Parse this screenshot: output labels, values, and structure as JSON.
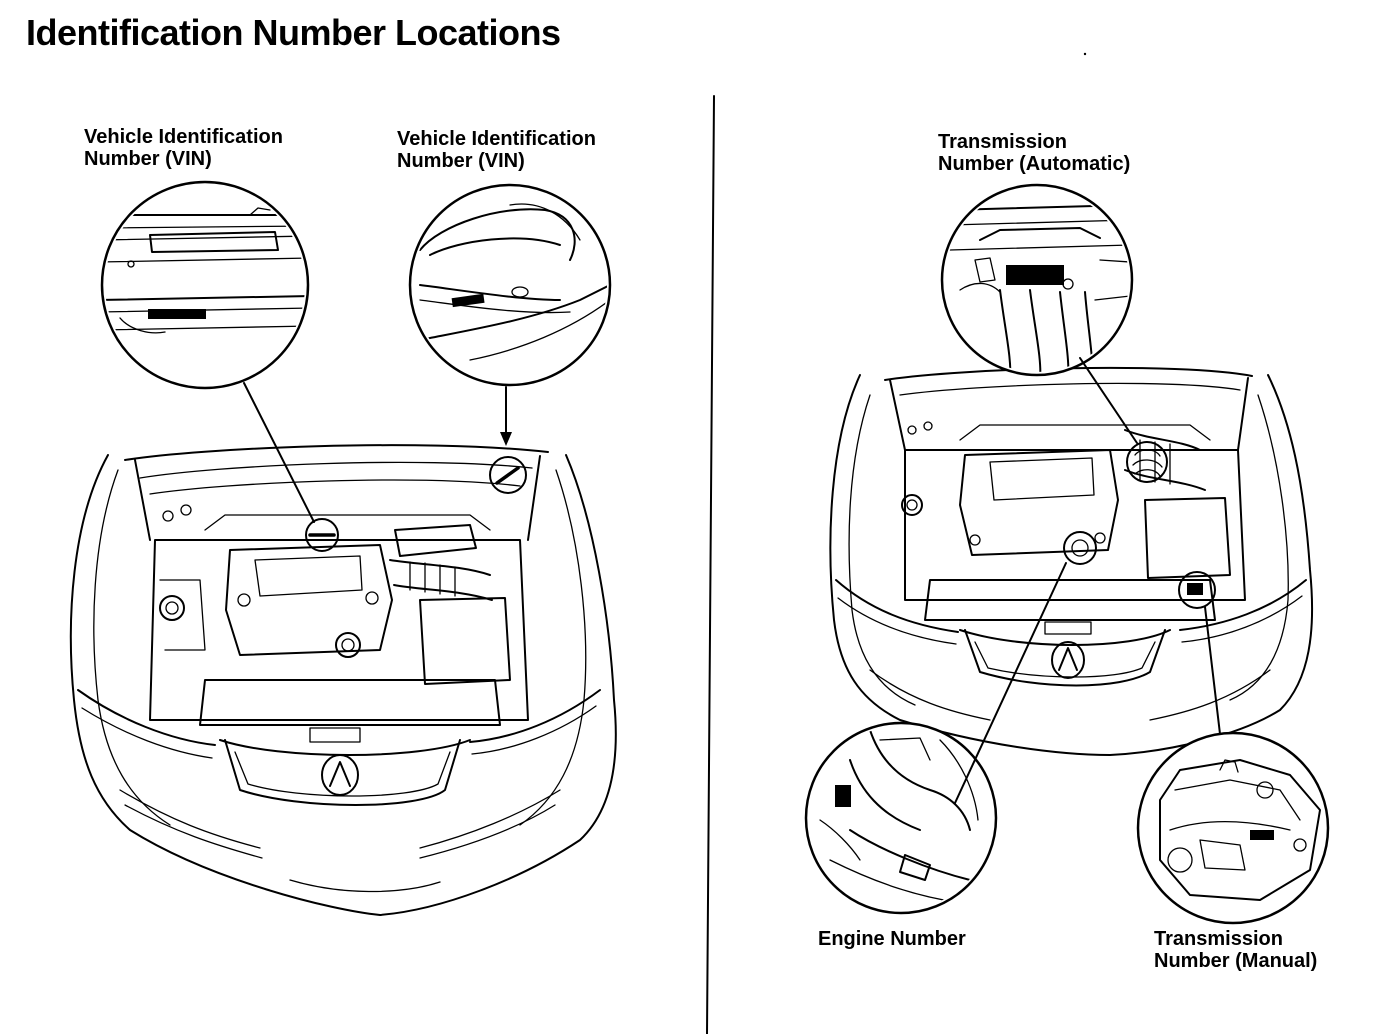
{
  "page": {
    "title": "Identification Number Locations"
  },
  "left_panel": {
    "vin_label_1": {
      "line1": "Vehicle Identification",
      "line2": "Number (VIN)"
    },
    "vin_label_2": {
      "line1": "Vehicle Identification",
      "line2": "Number (VIN)"
    }
  },
  "right_panel": {
    "transmission_auto_label": {
      "line1": "Transmission",
      "line2": "Number (Automatic)"
    },
    "engine_label": {
      "line1": "Engine Number"
    },
    "transmission_manual_label": {
      "line1": "Transmission",
      "line2": "Number (Manual)"
    }
  }
}
